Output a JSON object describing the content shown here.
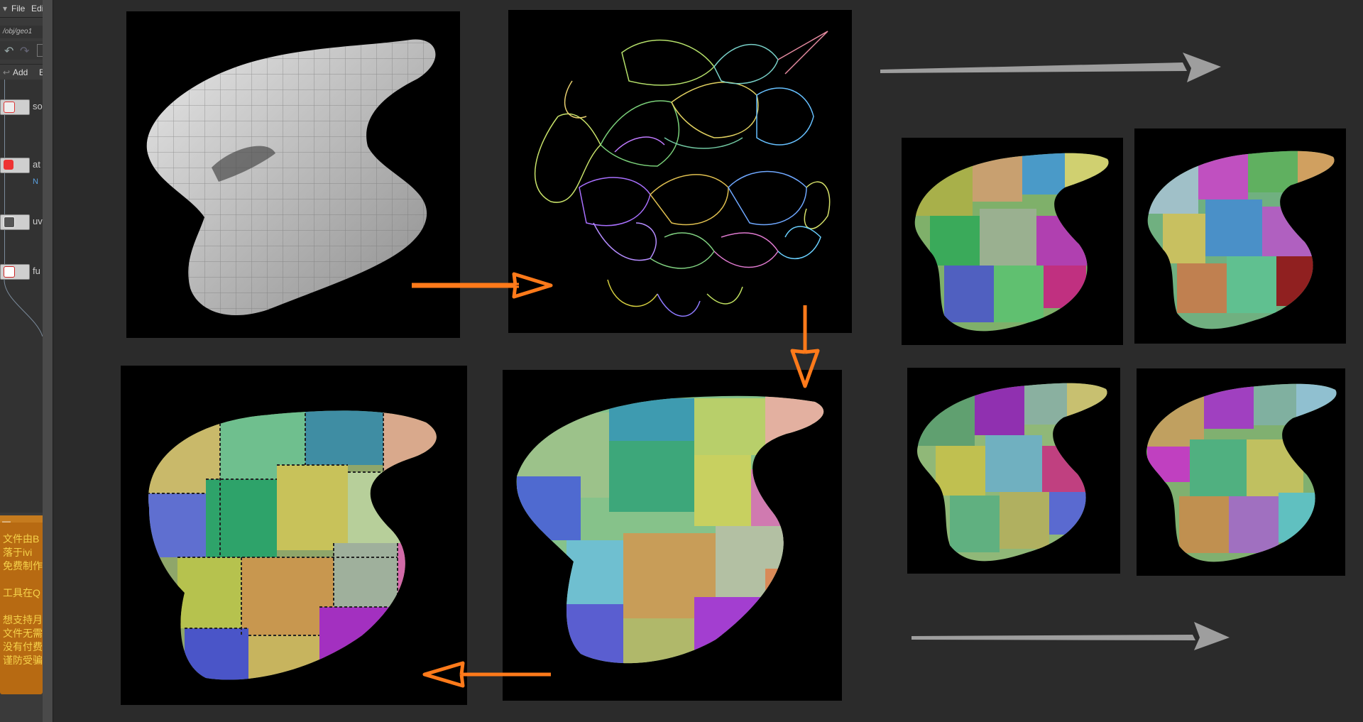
{
  "menu": {
    "file": "File",
    "edit": "Edi"
  },
  "path": "/obj/geo1",
  "addbar": {
    "add": "Add",
    "e": "E"
  },
  "nodes": [
    {
      "label": "so",
      "icon": "sop-icon"
    },
    {
      "label": "at",
      "icon": "attribute-icon"
    },
    {
      "label": "uv",
      "icon": "uv-icon"
    },
    {
      "label": "fu",
      "icon": "fuse-icon"
    }
  ],
  "node_flag": "N",
  "sticky_note": {
    "lines": [
      "文件由B",
      "落于ivi",
      "免费制作",
      "",
      "工具在Q",
      "",
      "想支持月",
      "文件无需",
      "没有付费",
      "谨防受骗"
    ]
  },
  "colors": {
    "arrow_orange": "#ff7a1a",
    "arrow_gray": "#9e9e9e",
    "sticky_bg": "#b76a12",
    "sticky_text": "#f6d24a"
  },
  "icons": {
    "undo": "undo-icon",
    "redo": "redo-icon"
  }
}
